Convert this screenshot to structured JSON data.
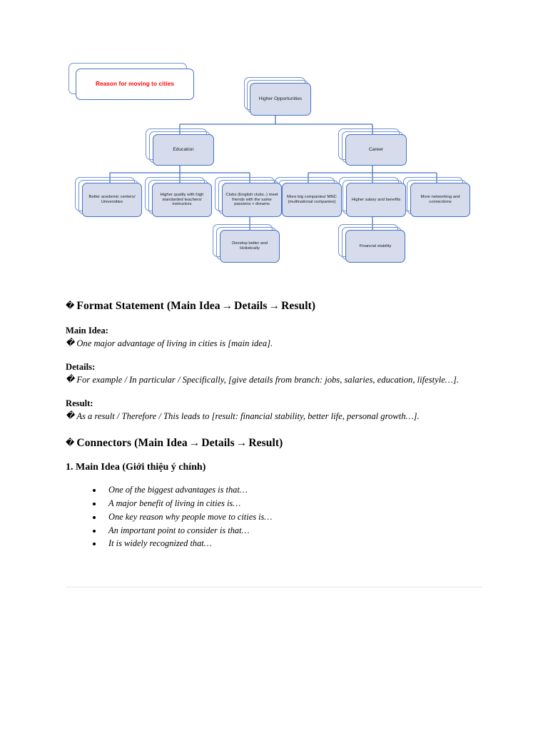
{
  "document": {
    "diagram": {
      "title_box": {
        "label": "Reason for moving to cities",
        "color": "#ff0000"
      },
      "nodes": [
        {
          "id": "higher-opportunities",
          "label": "Higher Opportunities",
          "level": 1
        },
        {
          "id": "education",
          "label": "Education",
          "level": 2
        },
        {
          "id": "career",
          "label": "Career",
          "level": 2
        },
        {
          "id": "better-academic-centers",
          "label": "Better acedemic centers/ Universities",
          "level": 3
        },
        {
          "id": "higher-quality-teachers",
          "label": "Higher quality with high standarded teachers/ instructors",
          "level": 3
        },
        {
          "id": "clubs",
          "label": "Clubs (English clubs..) meet friends with the same passions + dreams",
          "level": 3
        },
        {
          "id": "more-big-companies",
          "label": "More big companies/ MNC (multinational companies)",
          "level": 3
        },
        {
          "id": "higher-salary",
          "label": "Higher salary and benefits",
          "level": 3
        },
        {
          "id": "more-networking",
          "label": "More networking and connections",
          "level": 3
        },
        {
          "id": "develop-better",
          "label": "Develop better and Holistically",
          "level": 4
        },
        {
          "id": "financial-stability",
          "label": "Financial stability",
          "level": 4
        }
      ],
      "palette": {
        "node_fill": "#d6dcec",
        "node_border": "#4472c4",
        "connector": "#4472c4",
        "title_text": "#ff0000"
      }
    },
    "sections": [
      {
        "id": "format-statement",
        "bullet": "�",
        "heading_parts": [
          "Format Statement (Main Idea",
          "Details",
          "Result)"
        ],
        "arrow": "→",
        "blocks": [
          {
            "label": "Main Idea",
            "colon": ":",
            "bullet": "�",
            "text": "One major advantage of living in cities is [main idea]."
          },
          {
            "label": "Details",
            "colon": ":",
            "bullet": "�",
            "text": "For example / In particular / Specifically, [give details from branch: jobs, salaries, education, lifestyle…]."
          },
          {
            "label": "Result",
            "colon": ":",
            "bullet": "�",
            "text": "As a result / Therefore / This leads to [result: financial stability, better life, personal growth…]."
          }
        ]
      },
      {
        "id": "connectors",
        "bullet": "�",
        "heading_parts": [
          "Connectors (Main Idea",
          "Details",
          "Result)"
        ],
        "arrow": "→",
        "subheading": "1. Main Idea (Giới thiệu ý chính)",
        "list": [
          "One of the biggest advantages is that…",
          "A major benefit of living in cities is…",
          "One key reason why people move to cities is…",
          "An important point to consider is that…",
          "It is widely recognized that…"
        ]
      }
    ]
  }
}
